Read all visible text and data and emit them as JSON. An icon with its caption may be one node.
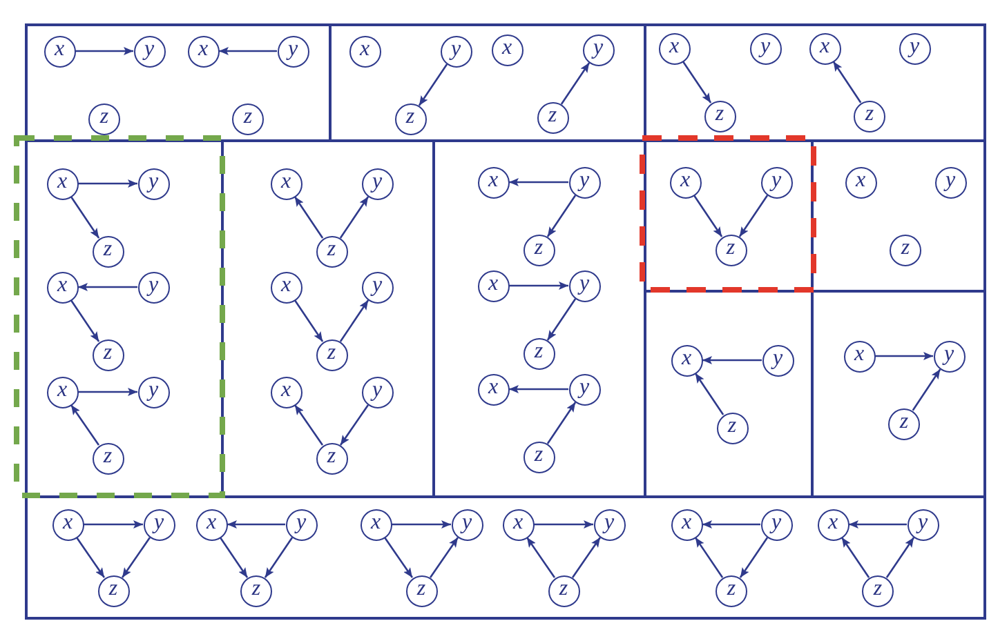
{
  "diagram": {
    "nodes": [
      {
        "text": [],
        "shape": "box"
      },
      {
        "text": [
          "x"
        ],
        "in": 0
      },
      {
        "text": [
          "y"
        ],
        "in": 0
      },
      {
        "text": [
          "z"
        ],
        "in": 0
      },
      {
        "text": [
          "x"
        ],
        "in": 0
      },
      {
        "text": [
          "y"
        ],
        "in": 0
      },
      {
        "text": [
          "z"
        ],
        "in": 0
      },
      {
        "text": [],
        "shape": "box"
      },
      {
        "text": [
          "x"
        ],
        "in": 7
      },
      {
        "text": [
          "y"
        ],
        "in": 7
      },
      {
        "text": [
          "z"
        ],
        "in": 7
      },
      {
        "text": [
          "x"
        ],
        "in": 7
      },
      {
        "text": [
          "y"
        ],
        "in": 7
      },
      {
        "text": [
          "z"
        ],
        "in": 7
      },
      {
        "text": [],
        "shape": "box"
      },
      {
        "text": [
          "x"
        ],
        "in": 14
      },
      {
        "text": [
          "y"
        ],
        "in": 14
      },
      {
        "text": [
          "z"
        ],
        "in": 14
      },
      {
        "text": [
          "x"
        ],
        "in": 14
      },
      {
        "text": [
          "y"
        ],
        "in": 14
      },
      {
        "text": [
          "z"
        ],
        "in": 14
      },
      {
        "text": [],
        "shape": "box"
      },
      {
        "text": [
          "x"
        ],
        "in": 21
      },
      {
        "text": [
          "y"
        ],
        "in": 21
      },
      {
        "text": [
          "z"
        ],
        "in": 21
      },
      {
        "text": [
          "x"
        ],
        "in": 21
      },
      {
        "text": [
          "y"
        ],
        "in": 21
      },
      {
        "text": [
          "z"
        ],
        "in": 21
      },
      {
        "text": [
          "x"
        ],
        "in": 21
      },
      {
        "text": [
          "y"
        ],
        "in": 21
      },
      {
        "text": [
          "z"
        ],
        "in": 21
      },
      {
        "text": [],
        "shape": "box"
      },
      {
        "text": [
          "x"
        ],
        "in": 31
      },
      {
        "text": [
          "y"
        ],
        "in": 31
      },
      {
        "text": [
          "z"
        ],
        "in": 31
      },
      {
        "text": [
          "x"
        ],
        "in": 31
      },
      {
        "text": [
          "y"
        ],
        "in": 31
      },
      {
        "text": [
          "z"
        ],
        "in": 31
      },
      {
        "text": [
          "x"
        ],
        "in": 31
      },
      {
        "text": [
          "y"
        ],
        "in": 31
      },
      {
        "text": [
          "z"
        ],
        "in": 31
      },
      {
        "text": [],
        "shape": "box"
      },
      {
        "text": [
          "x"
        ],
        "in": 41
      },
      {
        "text": [
          "y"
        ],
        "in": 41
      },
      {
        "text": [
          "z"
        ],
        "in": 41
      },
      {
        "text": [
          "x"
        ],
        "in": 41
      },
      {
        "text": [
          "y"
        ],
        "in": 41
      },
      {
        "text": [
          "z"
        ],
        "in": 41
      },
      {
        "text": [
          "x"
        ],
        "in": 41
      },
      {
        "text": [
          "y"
        ],
        "in": 41
      },
      {
        "text": [
          "z"
        ],
        "in": 41
      },
      {
        "text": [],
        "shape": "box"
      },
      {
        "text": [
          "x"
        ],
        "in": 51
      },
      {
        "text": [
          "y"
        ],
        "in": 51
      },
      {
        "text": [
          "z"
        ],
        "in": 51
      },
      {
        "text": [],
        "shape": "box"
      },
      {
        "text": [
          "x"
        ],
        "in": 55
      },
      {
        "text": [
          "y"
        ],
        "in": 55
      },
      {
        "text": [
          "z"
        ],
        "in": 55
      },
      {
        "text": [],
        "shape": "box"
      },
      {
        "text": [
          "x"
        ],
        "in": 59
      },
      {
        "text": [
          "y"
        ],
        "in": 59
      },
      {
        "text": [
          "z"
        ],
        "in": 59
      },
      {
        "text": [],
        "shape": "box"
      },
      {
        "text": [
          "x"
        ],
        "in": 63
      },
      {
        "text": [
          "y"
        ],
        "in": 63
      },
      {
        "text": [
          "z"
        ],
        "in": 63
      },
      {
        "text": [],
        "shape": "box"
      },
      {
        "text": [
          "x"
        ],
        "in": 67
      },
      {
        "text": [
          "y"
        ],
        "in": 67
      },
      {
        "text": [
          "z"
        ],
        "in": 67
      },
      {
        "text": [
          "x"
        ],
        "in": 67
      },
      {
        "text": [
          "y"
        ],
        "in": 67
      },
      {
        "text": [
          "z"
        ],
        "in": 67
      },
      {
        "text": [
          "x"
        ],
        "in": 67
      },
      {
        "text": [
          "y"
        ],
        "in": 67
      },
      {
        "text": [
          "z"
        ],
        "in": 67
      },
      {
        "text": [
          "x"
        ],
        "in": 67
      },
      {
        "text": [
          "y"
        ],
        "in": 67
      },
      {
        "text": [
          "z"
        ],
        "in": 67
      },
      {
        "text": [
          "x"
        ],
        "in": 67
      },
      {
        "text": [
          "y"
        ],
        "in": 67
      },
      {
        "text": [
          "z"
        ],
        "in": 67
      },
      {
        "text": [
          "x"
        ],
        "in": 67
      },
      {
        "text": [
          "y"
        ],
        "in": 67
      },
      {
        "text": [
          "z"
        ],
        "in": 67
      }
    ],
    "edges": [
      {
        "from": 1,
        "to": 2,
        "arrow": "to"
      },
      {
        "from": 5,
        "to": 4,
        "arrow": "to"
      },
      {
        "from": 9,
        "to": 10,
        "arrow": "to"
      },
      {
        "from": 13,
        "to": 12,
        "arrow": "to"
      },
      {
        "from": 15,
        "to": 17,
        "arrow": "to"
      },
      {
        "from": 20,
        "to": 18,
        "arrow": "to"
      },
      {
        "from": 22,
        "to": 23,
        "arrow": "to"
      },
      {
        "from": 22,
        "to": 24,
        "arrow": "to"
      },
      {
        "from": 26,
        "to": 25,
        "arrow": "to"
      },
      {
        "from": 25,
        "to": 27,
        "arrow": "to"
      },
      {
        "from": 28,
        "to": 29,
        "arrow": "to"
      },
      {
        "from": 30,
        "to": 28,
        "arrow": "to"
      },
      {
        "from": 34,
        "to": 32,
        "arrow": "to"
      },
      {
        "from": 34,
        "to": 33,
        "arrow": "to"
      },
      {
        "from": 35,
        "to": 37,
        "arrow": "to"
      },
      {
        "from": 37,
        "to": 36,
        "arrow": "to"
      },
      {
        "from": 40,
        "to": 38,
        "arrow": "to"
      },
      {
        "from": 39,
        "to": 40,
        "arrow": "to"
      },
      {
        "from": 43,
        "to": 42,
        "arrow": "to"
      },
      {
        "from": 43,
        "to": 44,
        "arrow": "to"
      },
      {
        "from": 45,
        "to": 46,
        "arrow": "to"
      },
      {
        "from": 46,
        "to": 47,
        "arrow": "to"
      },
      {
        "from": 49,
        "to": 48,
        "arrow": "to"
      },
      {
        "from": 50,
        "to": 49,
        "arrow": "to"
      },
      {
        "from": 52,
        "to": 54,
        "arrow": "to"
      },
      {
        "from": 53,
        "to": 54,
        "arrow": "to"
      },
      {
        "from": 61,
        "to": 60,
        "arrow": "to"
      },
      {
        "from": 62,
        "to": 60,
        "arrow": "to"
      },
      {
        "from": 64,
        "to": 65,
        "arrow": "to"
      },
      {
        "from": 66,
        "to": 65,
        "arrow": "to"
      },
      {
        "from": 68,
        "to": 69,
        "arrow": "to"
      },
      {
        "from": 68,
        "to": 70,
        "arrow": "to"
      },
      {
        "from": 69,
        "to": 70,
        "arrow": "to"
      },
      {
        "from": 72,
        "to": 71,
        "arrow": "to"
      },
      {
        "from": 71,
        "to": 73,
        "arrow": "to"
      },
      {
        "from": 72,
        "to": 73,
        "arrow": "to"
      },
      {
        "from": 74,
        "to": 75,
        "arrow": "to"
      },
      {
        "from": 74,
        "to": 76,
        "arrow": "to"
      },
      {
        "from": 76,
        "to": 75,
        "arrow": "to"
      },
      {
        "from": 77,
        "to": 78,
        "arrow": "to"
      },
      {
        "from": 79,
        "to": 77,
        "arrow": "to"
      },
      {
        "from": 79,
        "to": 78,
        "arrow": "to"
      },
      {
        "from": 81,
        "to": 80,
        "arrow": "to"
      },
      {
        "from": 82,
        "to": 80,
        "arrow": "to"
      },
      {
        "from": 81,
        "to": 82,
        "arrow": "to"
      },
      {
        "from": 84,
        "to": 83,
        "arrow": "to"
      },
      {
        "from": 85,
        "to": 83,
        "arrow": "to"
      },
      {
        "from": 85,
        "to": 84,
        "arrow": "to"
      }
    ]
  }
}
